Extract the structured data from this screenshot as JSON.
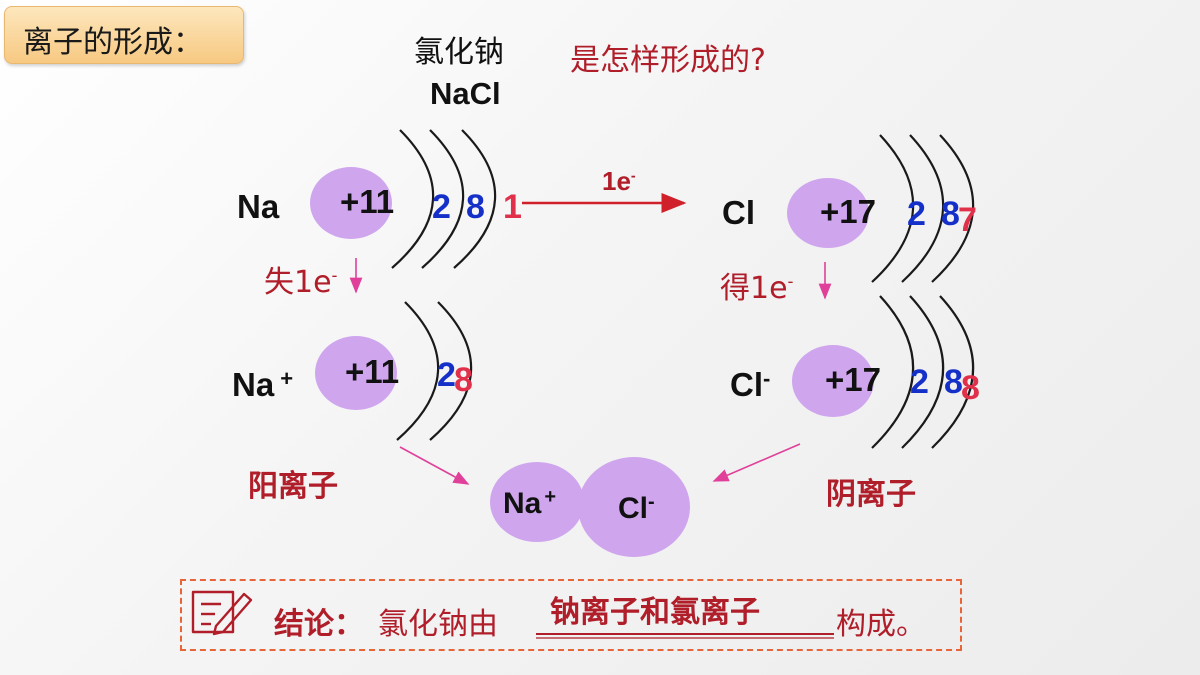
{
  "title": "离子的形成：",
  "compound": {
    "name": "氯化钠",
    "formula": "NaCl"
  },
  "question": "是怎样形成的?",
  "transfer": {
    "label": "1e",
    "sup": "-"
  },
  "na_atom": {
    "symbol": "Na",
    "nucleus": "+11",
    "shells": [
      "2",
      "8",
      "1"
    ]
  },
  "cl_atom": {
    "symbol": "Cl",
    "nucleus": "+17",
    "shells": [
      "2",
      "8",
      "7"
    ]
  },
  "lose": {
    "label": "失1e",
    "sup": "-"
  },
  "gain": {
    "label": "得1e",
    "sup": "-"
  },
  "na_ion": {
    "symbol": "Na",
    "charge": "+",
    "nucleus": "+11",
    "shells": [
      "2",
      "8"
    ]
  },
  "cl_ion": {
    "symbol": "Cl",
    "charge": "-",
    "nucleus": "+17",
    "shells": [
      "2",
      "8",
      "8"
    ]
  },
  "cation_label": "阳离子",
  "anion_label": "阴离子",
  "pair": {
    "na": "Na",
    "na_charge": "+",
    "cl": "Cl",
    "cl_charge": "-"
  },
  "conclusion": {
    "label": "结论：",
    "prefix": "氯化钠由",
    "answer": "钠离子和氯离子",
    "suffix": "构成。"
  },
  "icons": {
    "note": "pencil-note-icon"
  },
  "colors": {
    "accent_red": "#b01e2a",
    "shell_blue": "#1530c8",
    "highlight_red": "#e0304a",
    "arrow_pink": "#e0409a",
    "nucleus_purple": "#cfa6ee"
  }
}
